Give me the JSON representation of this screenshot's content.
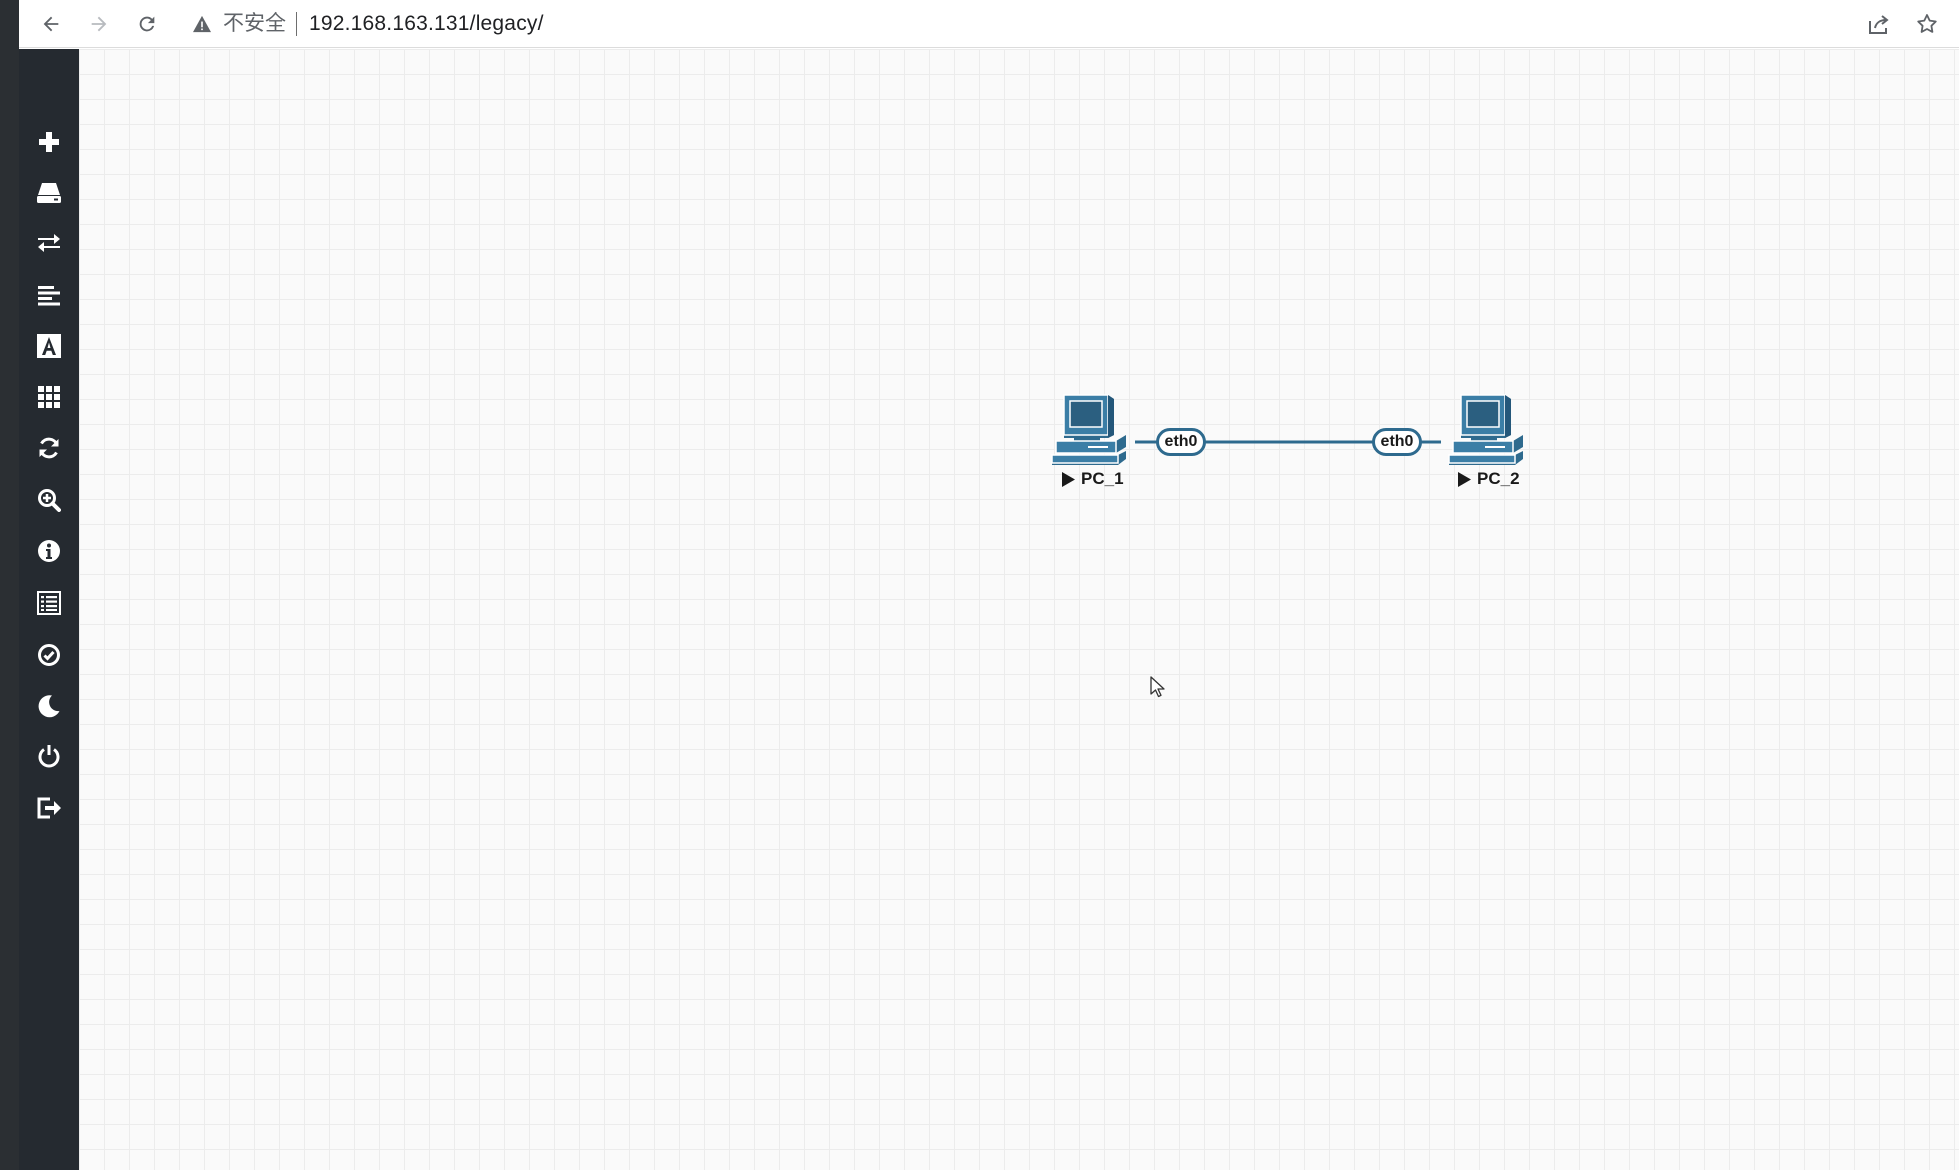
{
  "browser": {
    "security_label": "不安全",
    "url": "192.168.163.131/legacy/"
  },
  "sidebar": {
    "items": [
      {
        "name": "add-object",
        "icon": "plus-icon"
      },
      {
        "name": "nodes",
        "icon": "drive-icon"
      },
      {
        "name": "networks",
        "icon": "exchange-icon"
      },
      {
        "name": "startup-configs",
        "icon": "align-left-icon"
      },
      {
        "name": "text-objects",
        "icon": "font-icon"
      },
      {
        "name": "pictures",
        "icon": "grid-icon"
      },
      {
        "name": "refresh",
        "icon": "refresh-icon"
      },
      {
        "name": "zoom",
        "icon": "zoom-icon"
      },
      {
        "name": "status",
        "icon": "info-icon"
      },
      {
        "name": "lab-details",
        "icon": "list-icon"
      },
      {
        "name": "lock-lab",
        "icon": "check-circle-icon"
      },
      {
        "name": "dark-mode",
        "icon": "moon-icon"
      },
      {
        "name": "power",
        "icon": "power-icon"
      },
      {
        "name": "logout",
        "icon": "sign-out-icon"
      }
    ]
  },
  "topology": {
    "link_color": "#2e6a8e",
    "nodes": [
      {
        "id": "pc1",
        "label": "PC_1",
        "interface": "eth0"
      },
      {
        "id": "pc2",
        "label": "PC_2",
        "interface": "eth0"
      }
    ]
  }
}
